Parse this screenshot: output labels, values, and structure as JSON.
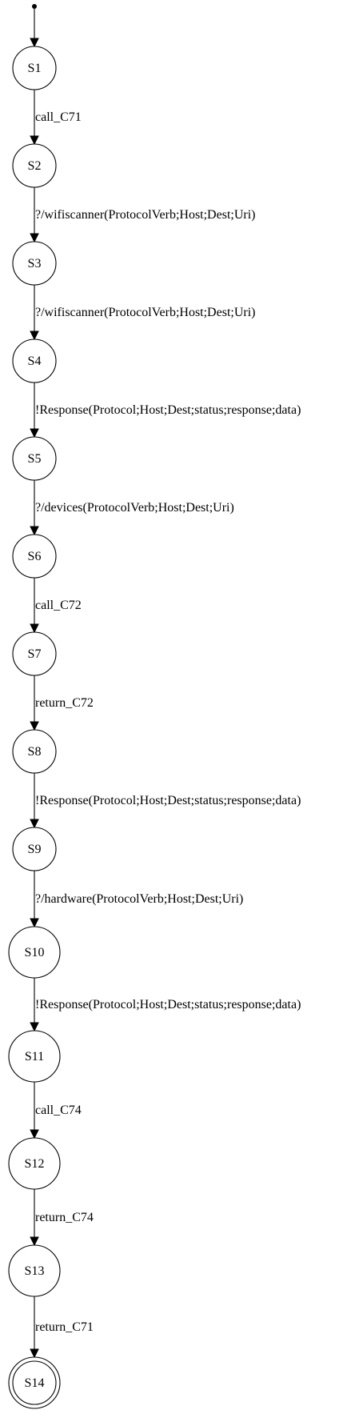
{
  "diagram": {
    "states": [
      {
        "id": "S1",
        "label": "S1",
        "final": false
      },
      {
        "id": "S2",
        "label": "S2",
        "final": false
      },
      {
        "id": "S3",
        "label": "S3",
        "final": false
      },
      {
        "id": "S4",
        "label": "S4",
        "final": false
      },
      {
        "id": "S5",
        "label": "S5",
        "final": false
      },
      {
        "id": "S6",
        "label": "S6",
        "final": false
      },
      {
        "id": "S7",
        "label": "S7",
        "final": false
      },
      {
        "id": "S8",
        "label": "S8",
        "final": false
      },
      {
        "id": "S9",
        "label": "S9",
        "final": false
      },
      {
        "id": "S10",
        "label": "S10",
        "final": false
      },
      {
        "id": "S11",
        "label": "S11",
        "final": false
      },
      {
        "id": "S12",
        "label": "S12",
        "final": false
      },
      {
        "id": "S13",
        "label": "S13",
        "final": false
      },
      {
        "id": "S14",
        "label": "S14",
        "final": true
      }
    ],
    "transitions": [
      {
        "from": "S1",
        "to": "S2",
        "label": "call_C71"
      },
      {
        "from": "S2",
        "to": "S3",
        "label": "?/wifiscanner(ProtocolVerb;Host;Dest;Uri)"
      },
      {
        "from": "S3",
        "to": "S4",
        "label": "?/wifiscanner(ProtocolVerb;Host;Dest;Uri)"
      },
      {
        "from": "S4",
        "to": "S5",
        "label": "!Response(Protocol;Host;Dest;status;response;data)"
      },
      {
        "from": "S5",
        "to": "S6",
        "label": "?/devices(ProtocolVerb;Host;Dest;Uri)"
      },
      {
        "from": "S6",
        "to": "S7",
        "label": "call_C72"
      },
      {
        "from": "S7",
        "to": "S8",
        "label": "return_C72"
      },
      {
        "from": "S8",
        "to": "S9",
        "label": "!Response(Protocol;Host;Dest;status;response;data)"
      },
      {
        "from": "S9",
        "to": "S10",
        "label": "?/hardware(ProtocolVerb;Host;Dest;Uri)"
      },
      {
        "from": "S10",
        "to": "S11",
        "label": "!Response(Protocol;Host;Dest;status;response;data)"
      },
      {
        "from": "S11",
        "to": "S12",
        "label": "call_C74"
      },
      {
        "from": "S12",
        "to": "S13",
        "label": "return_C74"
      },
      {
        "from": "S13",
        "to": "S14",
        "label": "return_C71"
      }
    ]
  }
}
